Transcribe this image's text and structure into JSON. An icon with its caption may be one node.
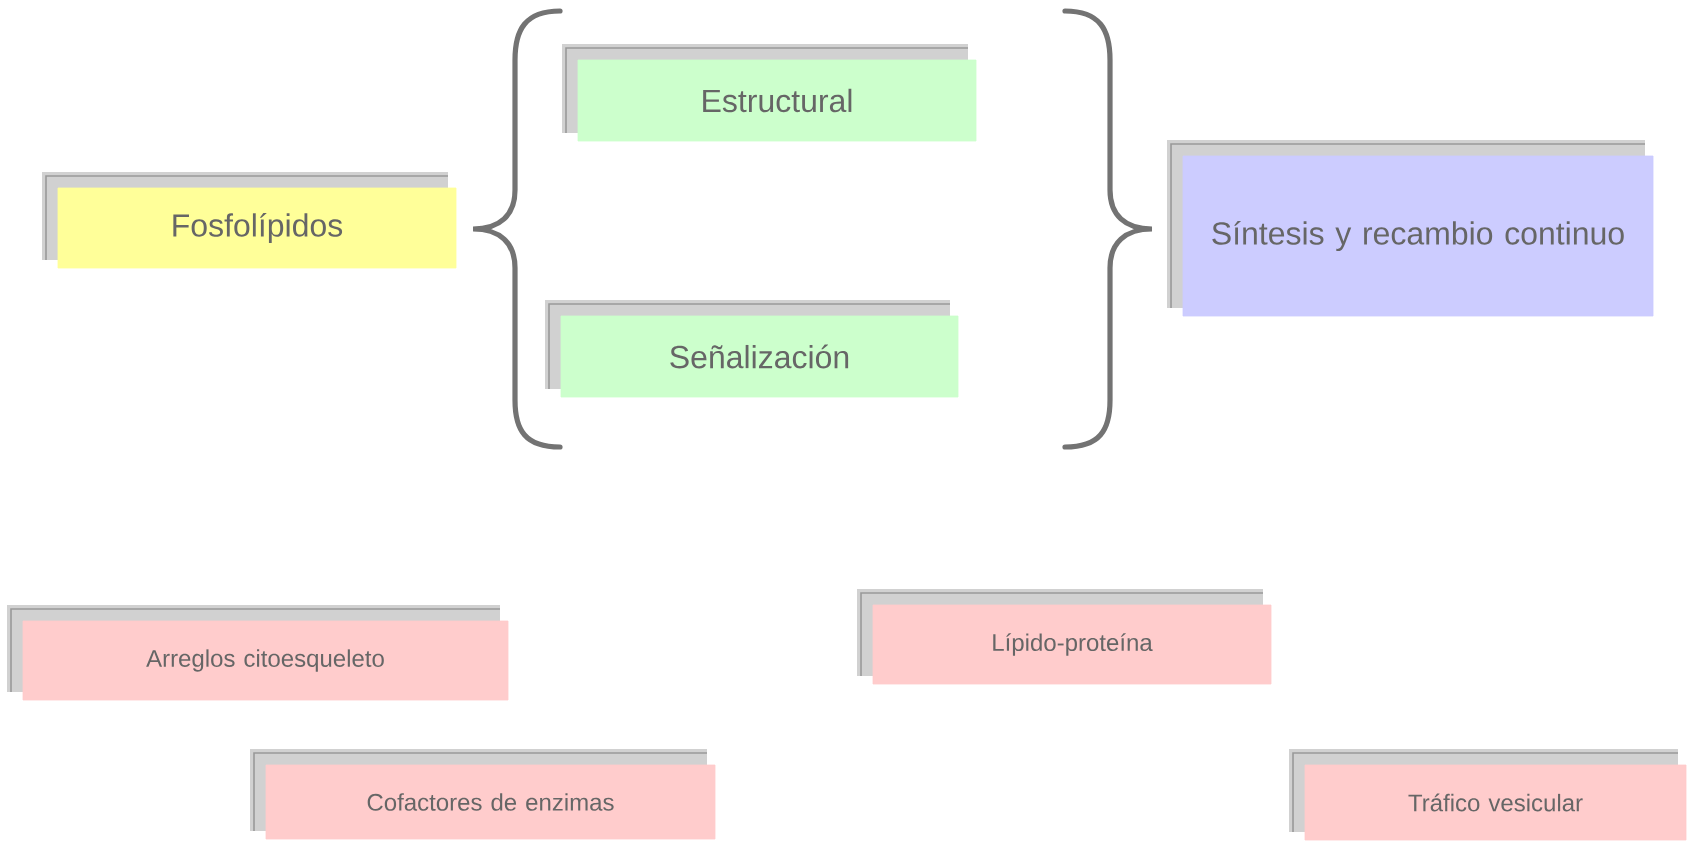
{
  "diagram": {
    "nodes": [
      {
        "text": [
          "Fosfolípidos"
        ]
      },
      {
        "text": [
          "Estructural"
        ]
      },
      {
        "text": [
          "Señalización"
        ]
      },
      {
        "text": [
          "Síntesis y recambio continuo"
        ]
      },
      {
        "text": [
          "Arreglos citoesqueleto"
        ]
      },
      {
        "text": [
          "Lípido-proteína"
        ]
      },
      {
        "text": [
          "Cofactores de enzimas"
        ]
      },
      {
        "text": [
          "Tráfico vesicular"
        ]
      }
    ]
  }
}
